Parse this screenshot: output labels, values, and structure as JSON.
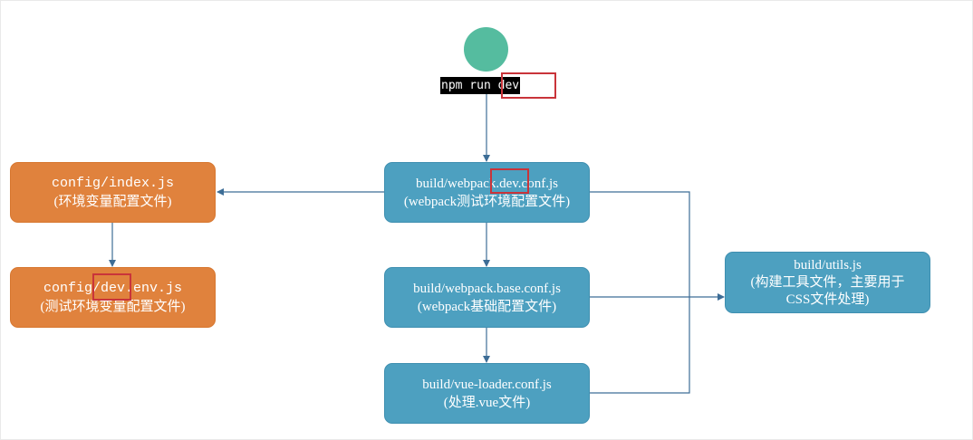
{
  "start": {
    "command": "npm run dev"
  },
  "nodes": {
    "webpack_dev": {
      "title": "build/webpack.dev.conf.js",
      "subtitle": "(webpack测试环境配置文件)"
    },
    "webpack_base": {
      "title": "build/webpack.base.conf.js",
      "subtitle": "(webpack基础配置文件)"
    },
    "vue_loader": {
      "title": "build/vue-loader.conf.js",
      "subtitle": "(处理.vue文件)"
    },
    "config_index": {
      "title": "config/index.js",
      "subtitle": "(环境变量配置文件)"
    },
    "config_dev_env": {
      "title": "config/dev.env.js",
      "subtitle": "(测试环境变量配置文件)"
    },
    "utils": {
      "line1": "build/utils.js",
      "line2": "(构建工具文件，主要用于",
      "line3": "CSS文件处理)"
    }
  },
  "colors": {
    "blue_node": "#4da0c0",
    "orange_node": "#e0823d",
    "start_circle": "#55bc9f",
    "connector": "#3d6d96",
    "highlight": "#c9343a"
  }
}
